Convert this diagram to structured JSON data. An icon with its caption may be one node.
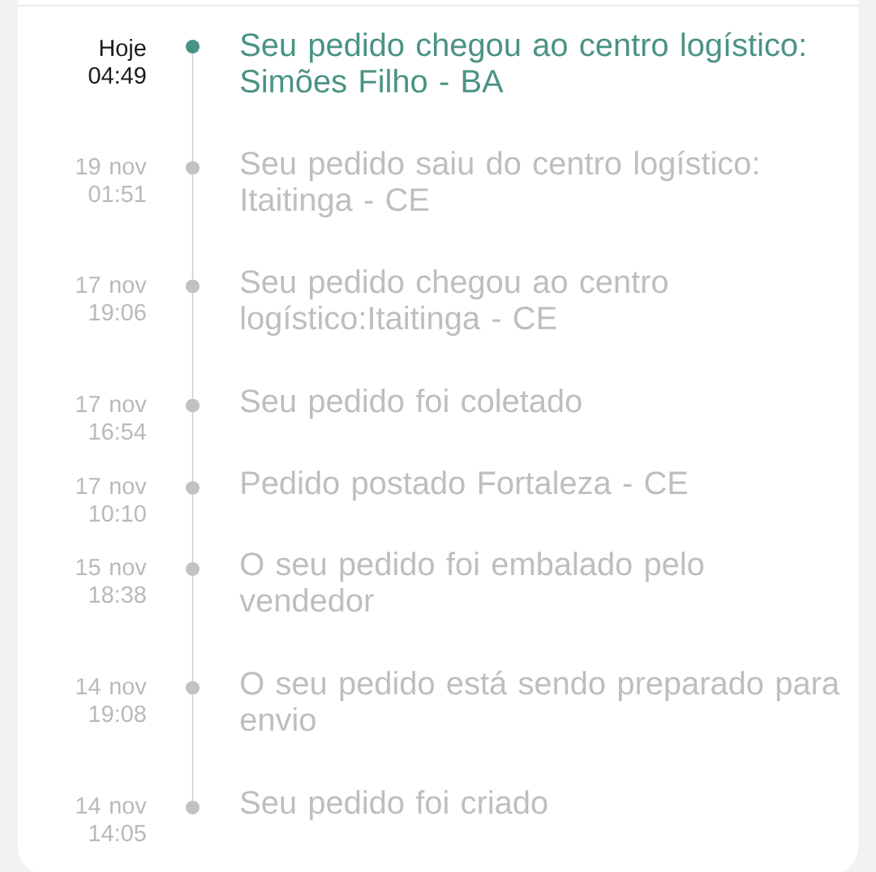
{
  "diagram": {
    "nodes": [
      {
        "text": [],
        "shape": "circle",
        "beside": [
          "Hoje 04:49",
          "Seu pedido chegou ao centro logístico: Simões Filho - BA"
        ]
      },
      {
        "text": [],
        "shape": "circle",
        "beside": [
          "19 nov 01:51",
          "Seu pedido saiu do centro logístico: Itaitinga - CE"
        ]
      },
      {
        "text": [],
        "shape": "circle",
        "beside": [
          "17 nov 19:06",
          "Seu pedido chegou ao centro logístico:Itaitinga - CE"
        ]
      },
      {
        "text": [],
        "shape": "circle",
        "beside": [
          "17 nov 16:54",
          "Seu pedido foi coletado"
        ]
      },
      {
        "text": [],
        "shape": "circle",
        "beside": [
          "17 nov 10:10",
          "Pedido postado Fortaleza - CE"
        ]
      },
      {
        "text": [],
        "shape": "circle",
        "beside": [
          "15 nov 18:38",
          "O seu pedido foi embalado pelo vendedor"
        ]
      },
      {
        "text": [],
        "shape": "circle",
        "beside": [
          "14 nov 19:08",
          "O seu pedido está sendo preparado para envio"
        ]
      },
      {
        "text": [],
        "shape": "circle",
        "beside": [
          "14 nov 14:05",
          "Seu pedido foi criado"
        ]
      }
    ],
    "edges": [
      {
        "from": 0,
        "to": 1,
        "arrow": "none"
      },
      {
        "from": 1,
        "to": 2,
        "arrow": "none"
      },
      {
        "from": 2,
        "to": 3,
        "arrow": "none"
      },
      {
        "from": 3,
        "to": 4,
        "arrow": "none"
      },
      {
        "from": 4,
        "to": 5,
        "arrow": "none"
      },
      {
        "from": 5,
        "to": 6,
        "arrow": "none"
      },
      {
        "from": 6,
        "to": 7,
        "arrow": "none"
      }
    ]
  }
}
